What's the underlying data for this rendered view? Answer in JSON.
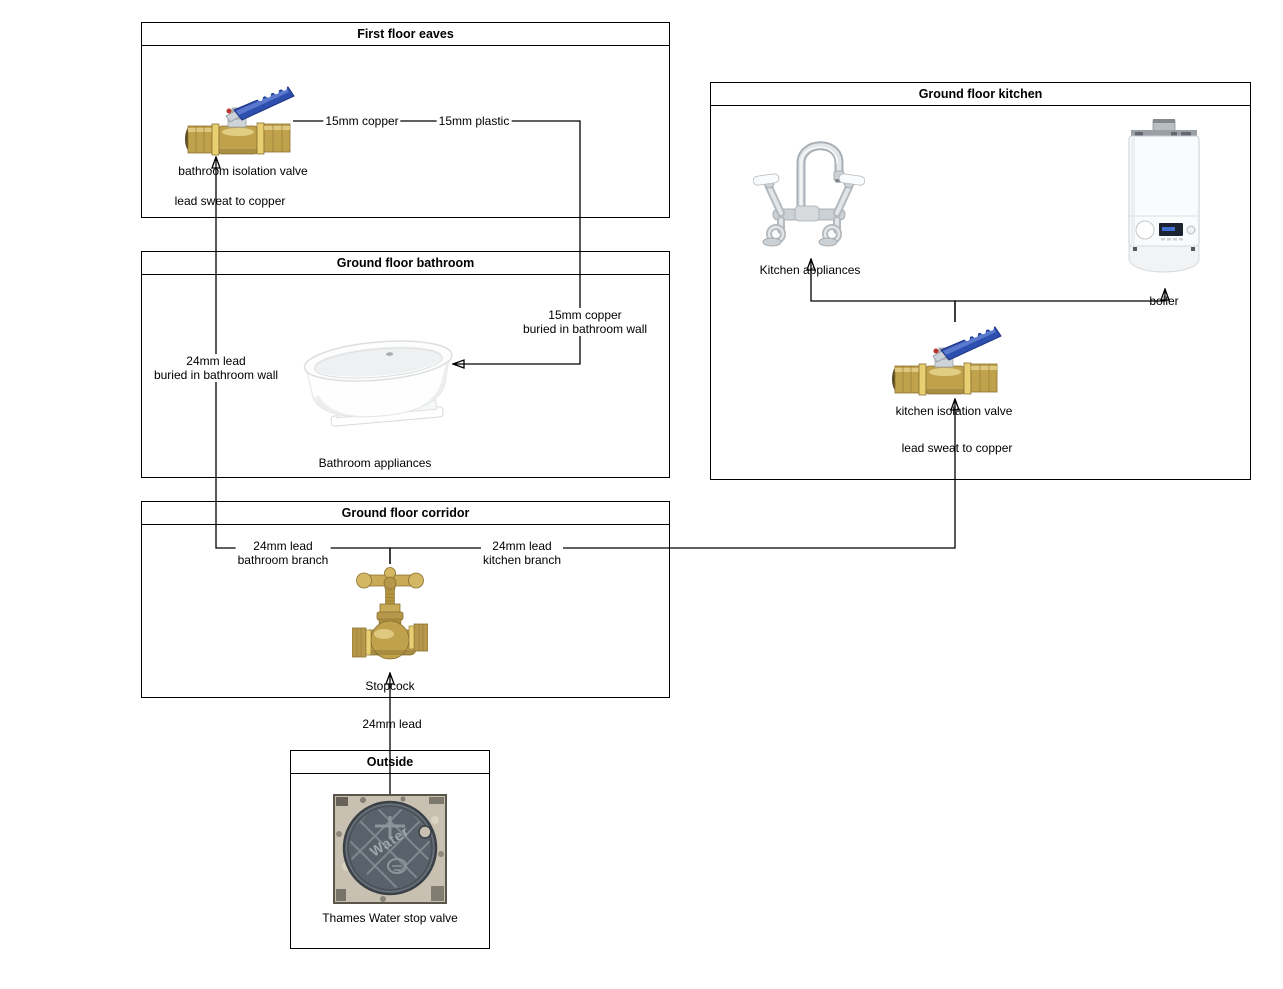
{
  "colors": {
    "canvas-bg": "#ffffff",
    "line": "#000000",
    "box-border": "#000000",
    "box-bg": "#ffffff",
    "label-bg": "#ffffff",
    "text": "#000000",
    "brass": "#c1a24c",
    "brass-mid": "#b7984a",
    "brass-light": "#e6d28c",
    "brass-ring": "#e8cf72",
    "brass-dark": "#8a7031",
    "handle-blue": "#2d4fb0",
    "handle-blue-dark": "#1d3580",
    "chrome": "#ccd1d5",
    "chrome-dark": "#9aa0a5",
    "appliance-white": "#fdfdfd",
    "manhole-frame": "#c8c1b1",
    "manhole-lid": "#59616a",
    "manhole-grid": "#818890"
  },
  "containers": {
    "eaves": {
      "title": "First floor eaves"
    },
    "bathroom": {
      "title": "Ground floor bathroom"
    },
    "corridor": {
      "title": "Ground floor corridor"
    },
    "outside": {
      "title": "Outside"
    },
    "kitchen": {
      "title": "Ground floor kitchen"
    }
  },
  "nodes": {
    "bathroom_isolation_valve": {
      "label": "bathroom isolation valve",
      "icon": "ball-valve"
    },
    "eaves_joint": {
      "label": "lead sweat to copper"
    },
    "bathroom_appliances": {
      "label": "Bathroom appliances",
      "icon": "bathtub"
    },
    "stopcock": {
      "label": "Stopcock",
      "icon": "stopcock-valve"
    },
    "thames_water_stop_valve": {
      "label": "Thames Water stop valve",
      "icon": "manhole-cover",
      "lid_text": "Water"
    },
    "kitchen_appliances": {
      "label": "Kitchen appliances",
      "icon": "kitchen-tap"
    },
    "boiler": {
      "label": "boiler",
      "icon": "boiler"
    },
    "kitchen_isolation_valve": {
      "label": "kitchen isolation valve",
      "icon": "ball-valve"
    },
    "kitchen_joint": {
      "label": "lead sweat to copper"
    }
  },
  "pipe_labels": {
    "copper_15": "15mm copper",
    "plastic_15": "15mm plastic",
    "copper_15_buried_l1": "15mm copper",
    "copper_15_buried_l2": "buried in bathroom wall",
    "lead_24_buried_l1": "24mm lead",
    "lead_24_buried_l2": "buried in bathroom wall",
    "lead_24_bathroom_l1": "24mm lead",
    "lead_24_bathroom_l2": "bathroom branch",
    "lead_24_kitchen_l1": "24mm lead",
    "lead_24_kitchen_l2": "kitchen branch",
    "lead_24_main": "24mm lead"
  }
}
